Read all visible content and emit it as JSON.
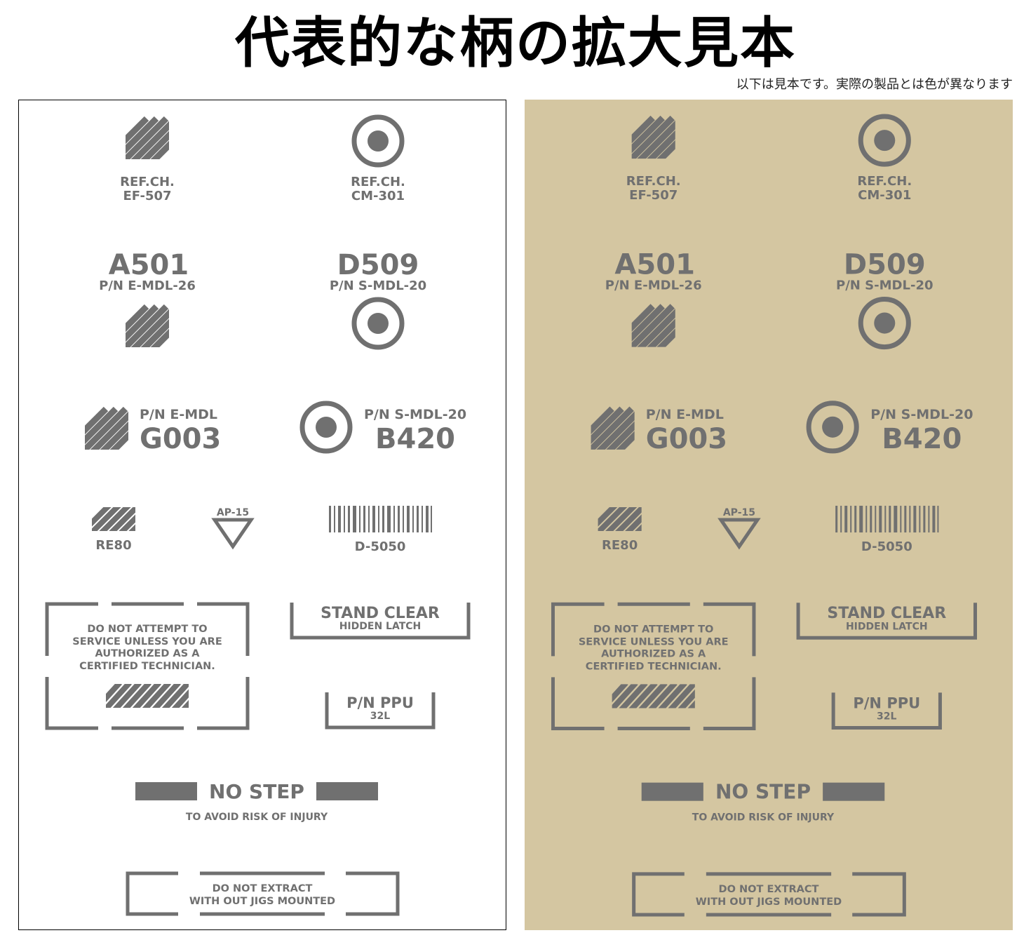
{
  "page": {
    "title": "代表的な柄の拡大見本",
    "note": "以下は見本です。実際の製品とは色が異なります"
  },
  "colors": {
    "ink": "#707070",
    "panel_white": "#ffffff",
    "panel_tan": "#d4c6a1",
    "border": "#000000"
  },
  "panels": [
    {
      "name": "white-panel",
      "background": "#ffffff"
    },
    {
      "name": "tan-panel",
      "background": "#d4c6a1"
    }
  ],
  "decals": {
    "ref_ef": {
      "line1": "REF.CH.",
      "line2": "EF-507"
    },
    "ref_cm": {
      "line1": "REF.CH.",
      "line2": "CM-301"
    },
    "a501": {
      "code": "A501",
      "pn": "P/N E-MDL-26"
    },
    "d509": {
      "code": "D509",
      "pn": "P/N S-MDL-20"
    },
    "g003": {
      "pn": "P/N E-MDL",
      "code": "G003"
    },
    "b420": {
      "pn": "P/N S-MDL-20",
      "code": "B420"
    },
    "re80": {
      "label": "RE80"
    },
    "ap15": {
      "label": "AP-15"
    },
    "barcode": {
      "label": "D-5050"
    },
    "warning": {
      "lines": [
        "DO NOT ATTEMPT TO",
        "SERVICE UNLESS YOU ARE",
        "AUTHORIZED AS A",
        "CERTIFIED TECHNICIAN."
      ]
    },
    "stand_clear": {
      "title": "STAND CLEAR",
      "sub": "HIDDEN LATCH"
    },
    "ppu": {
      "title": "P/N PPU",
      "sub": "32L"
    },
    "no_step": {
      "title": "NO STEP",
      "sub": "TO AVOID RISK OF INJURY"
    },
    "extract": {
      "lines": [
        "DO NOT EXTRACT",
        "WITH OUT JIGS MOUNTED"
      ]
    }
  }
}
